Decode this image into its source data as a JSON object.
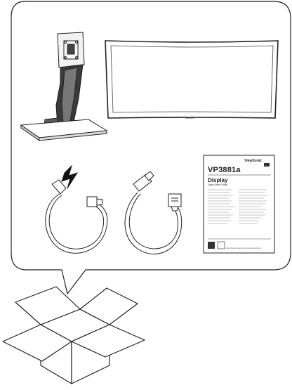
{
  "scene": "monitor package contents",
  "monitor": {
    "bezel_brand": "ViewSonic"
  },
  "quick_start_guide": {
    "brand": "ViewSonic",
    "model": "VP3881a",
    "title": "Display",
    "subtitle": "Quick Start Guide",
    "url": "http://www.viewsonic.com/eu/support/..."
  },
  "icons": [
    "monitor-stand-icon",
    "monitor-panel-icon",
    "power-cable-icon",
    "hdmi-cable-icon",
    "quick-start-guide-icon",
    "open-box-icon"
  ],
  "colors": {
    "line": "#222222",
    "background": "#ffffff",
    "stand_dark": "#3a3a3a"
  }
}
